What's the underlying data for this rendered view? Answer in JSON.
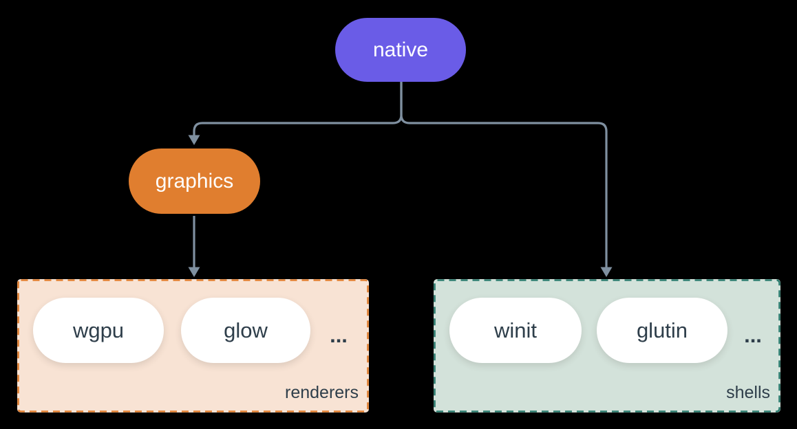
{
  "diagram": {
    "nodes": {
      "native": {
        "label": "native"
      },
      "graphics": {
        "label": "graphics"
      }
    },
    "groups": {
      "renderers": {
        "label": "renderers",
        "ellipsis": "...",
        "items": [
          {
            "label": "wgpu"
          },
          {
            "label": "glow"
          }
        ]
      },
      "shells": {
        "label": "shells",
        "ellipsis": "...",
        "items": [
          {
            "label": "winit"
          },
          {
            "label": "glutin"
          }
        ]
      }
    },
    "colors": {
      "background": "#000000",
      "connector": "#7F90A0",
      "native_fill": "#6A5CE7",
      "graphics_fill": "#E07E2F",
      "renderers_fill": "#F8E3D4",
      "renderers_border": "#E07E2F",
      "shells_fill": "#D3E2DA",
      "shells_border": "#2A7A6D",
      "pill_fill": "#FFFFFF",
      "dark_text": "#2E3E4A",
      "light_text": "#FFFFFF"
    }
  }
}
